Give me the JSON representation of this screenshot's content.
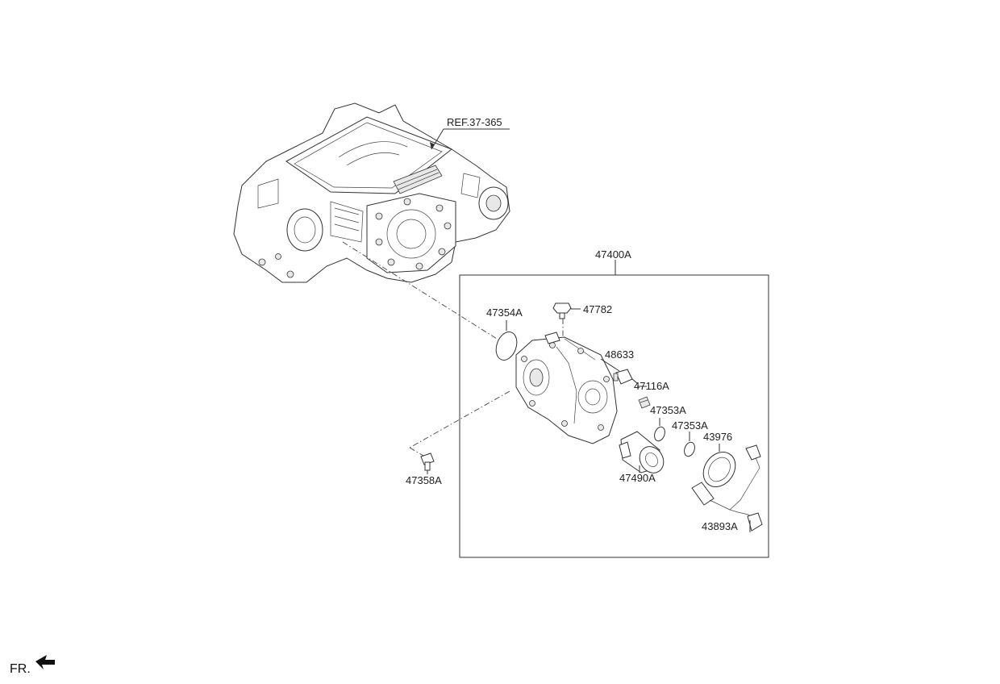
{
  "diagram": {
    "reference_label": "REF.37-365",
    "assembly_label": "47400A",
    "parts": [
      {
        "id": "p-47354A",
        "label": "47354A",
        "icon": "o-ring-icon"
      },
      {
        "id": "p-47782",
        "label": "47782",
        "icon": "bolt-icon"
      },
      {
        "id": "p-48633",
        "label": "48633",
        "icon": "gear-housing-icon"
      },
      {
        "id": "p-47116A",
        "label": "47116A",
        "icon": "sensor-icon"
      },
      {
        "id": "p-47353A-1",
        "label": "47353A",
        "icon": "plug-icon"
      },
      {
        "id": "p-47353A-2",
        "label": "47353A",
        "icon": "o-ring-icon"
      },
      {
        "id": "p-43976",
        "label": "43976",
        "icon": "seal-icon"
      },
      {
        "id": "p-47490A",
        "label": "47490A",
        "icon": "actuator-icon"
      },
      {
        "id": "p-43893A",
        "label": "43893A",
        "icon": "wire-harness-icon"
      },
      {
        "id": "p-47358A",
        "label": "47358A",
        "icon": "bolt-icon"
      }
    ],
    "orientation_label": "FR."
  }
}
